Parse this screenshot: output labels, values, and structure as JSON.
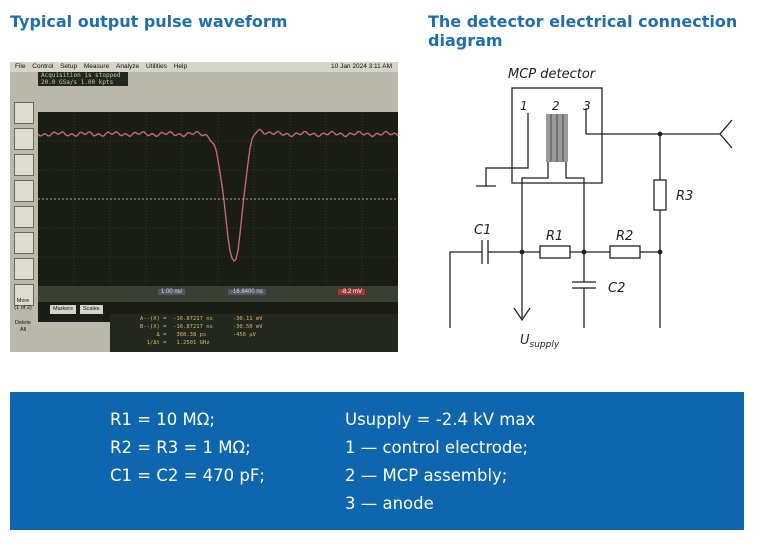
{
  "headings": {
    "left": "Typical output pulse waveform",
    "right": "The detector electrical connection diagram"
  },
  "oscilloscope": {
    "menu": [
      "File",
      "Control",
      "Setup",
      "Measure",
      "Analyze",
      "Utilities",
      "Help"
    ],
    "datetime": "10 Jan 2024  3:11 AM",
    "status_lines": [
      "Acquisition is stopped",
      "20.0 GSa/s  1.00 kpts"
    ],
    "side_labels": [
      "More",
      "(1 of 2)",
      "Delete",
      "All"
    ],
    "timebase": "1.00 ns/",
    "delay": "-16.8400 ns",
    "trigger_level": "-8.2 mV",
    "tabs": [
      "Markers",
      "Scales"
    ],
    "measurements": [
      "A--(X) =  -16.87217 ns      -30.11 mV",
      "B--(X) =  -16.87217 ns      -30.50 mV",
      "     Δ =   368.38 ps        -456 µV",
      "  1/Δt =   1.2501 GHz"
    ],
    "colors": {
      "trace": "#c5647a",
      "grid": "#4a5040",
      "screen": "#1a1d14"
    }
  },
  "circuit": {
    "title": "MCP detector",
    "pins": [
      "1",
      "2",
      "3"
    ],
    "components": {
      "c1": "C1",
      "r1": "R1",
      "r2": "R2",
      "r3": "R3",
      "c2": "C2"
    },
    "supply_main": "U",
    "supply_sub": "supply"
  },
  "specs": {
    "left": [
      "R1 = 10 MΩ;",
      "R2 = R3 = 1 MΩ;",
      "C1 = C2 = 470 pF;"
    ],
    "right": [
      "Usupply = -2.4 kV max",
      "1 — control electrode;",
      "2 — MCP assembly;",
      "3 — anode"
    ],
    "colors": {
      "panel": "#0e67ae",
      "heading": "#1f6fb0"
    }
  }
}
